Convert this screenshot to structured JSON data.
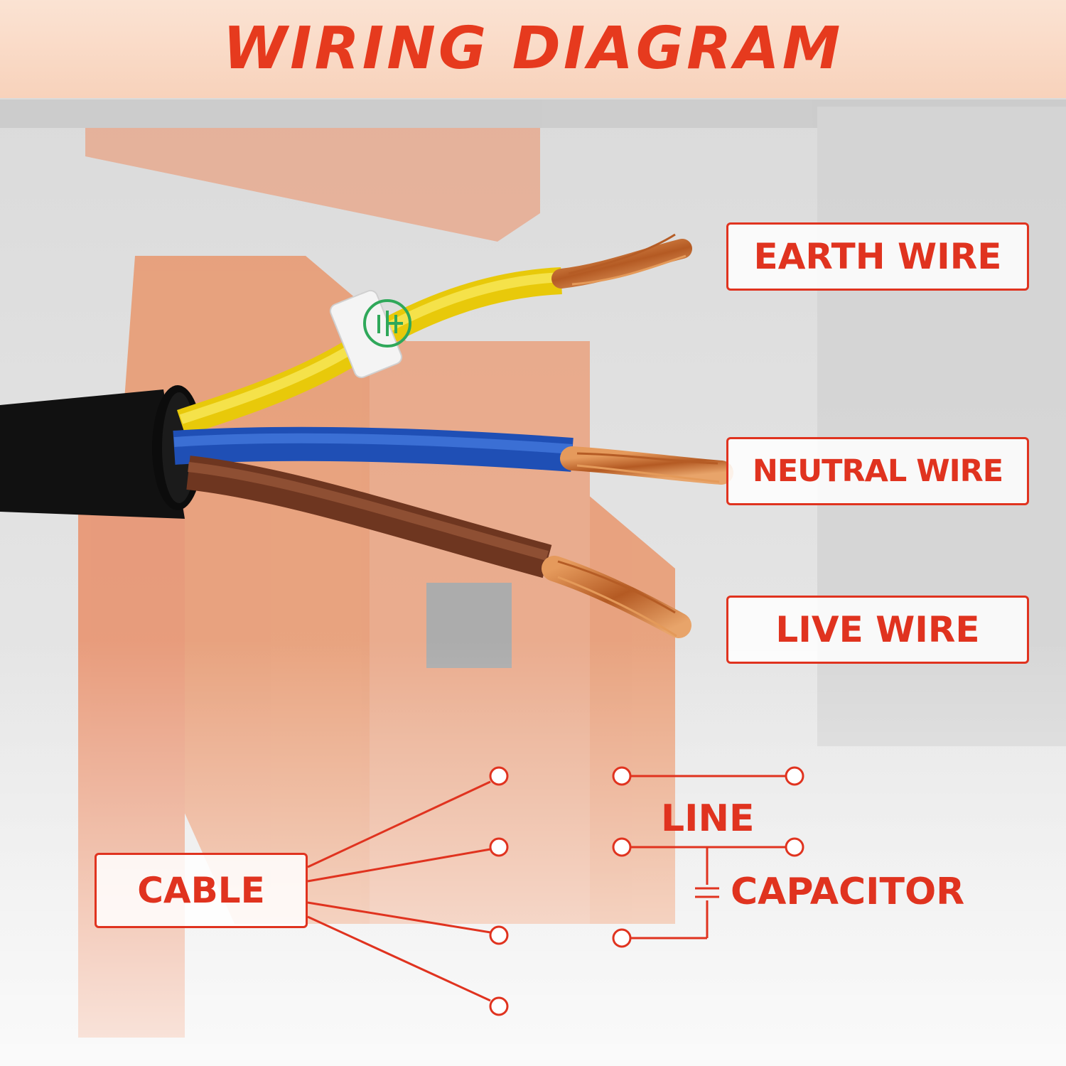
{
  "header": {
    "title": "WIRING DIAGRAM"
  },
  "labels": {
    "earth": "EARTH WIRE",
    "neutral": "NEUTRAL WIRE",
    "live": "LIVE WIRE"
  },
  "schematic": {
    "cable": "CABLE",
    "line": "LINE",
    "capacitor": "CAPACITOR"
  },
  "colors": {
    "accent": "#e0331f",
    "earth_wire": "#f2d60f",
    "neutral_wire": "#1f4fb5",
    "live_wire": "#7a3d24",
    "copper": "#c0682c",
    "sheath": "#111111",
    "background_machine": "#e98a5e"
  },
  "icons": {
    "earth_tag": "ground-symbol-icon"
  }
}
